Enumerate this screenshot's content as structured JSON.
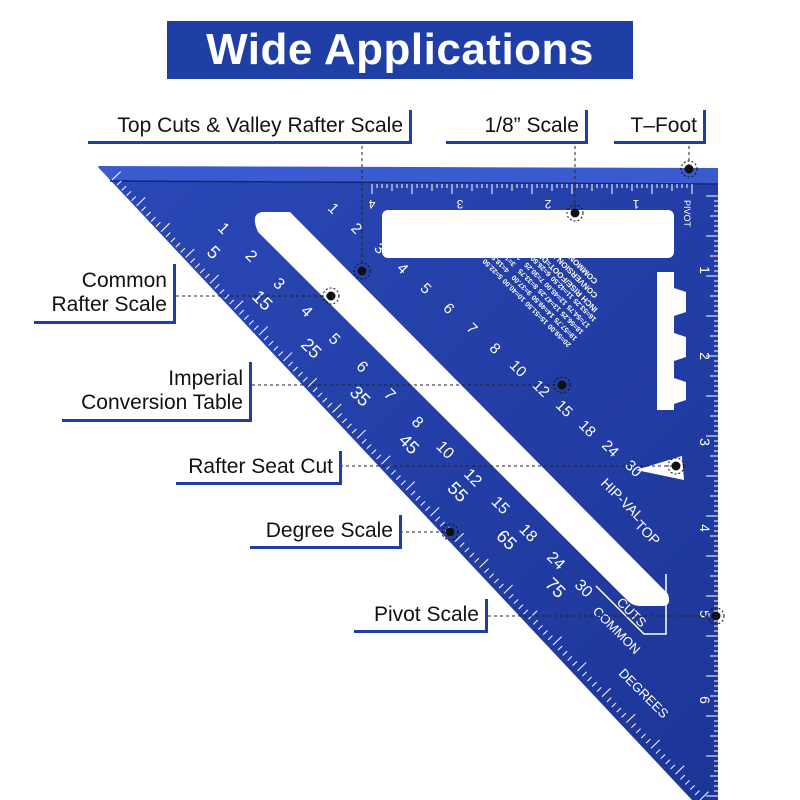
{
  "title": "Wide Applications",
  "labels": {
    "top_cuts": "Top Cuts & Valley Rafter Scale",
    "eighth_scale": "1/8” Scale",
    "t_foot": "T–Foot",
    "common_rafter_1": "Common",
    "common_rafter_2": "Rafter Scale",
    "imperial_1": "Imperial",
    "imperial_2": "Conversion Table",
    "rafter_seat": "Rafter Seat Cut",
    "degree_scale": "Degree Scale",
    "pivot_scale": "Pivot Scale"
  },
  "square_text": {
    "pivot": "PIVOT",
    "hip_val": "HIP-VAL",
    "top": "TOP",
    "cuts": "CUTS",
    "common": "COMMON",
    "degrees": "DEGREES",
    "table_title_1": "COMMON RAFTER",
    "table_title_2": "CONVERSION TABLES",
    "table_title_3": "INCH RISE/FOOT=DEGREES",
    "table_col_1": [
      "1=4.75",
      "2=9.50",
      "3=14.00",
      "4=18.50",
      "5=22.50"
    ],
    "table_col_2": [
      "6=26.50",
      "7=30.25",
      "8=33.75",
      "9=37.00",
      "10=40.00"
    ],
    "table_col_3": [
      "11=42.50",
      "12=45.00",
      "13=47.25",
      "14=49.50",
      "15=51.50"
    ],
    "table_col_4": [
      "16=53.25",
      "17=54.75",
      "18=56.25",
      "19=57.75",
      "20=59.00"
    ],
    "top_scale_numbers": [
      "4",
      "3",
      "2",
      "1"
    ],
    "right_scale_numbers": [
      "1",
      "2",
      "3",
      "4",
      "5",
      "6"
    ],
    "common_rafter_numbers": [
      "1",
      "2",
      "3",
      "4",
      "5",
      "6",
      "7",
      "8",
      "10",
      "12",
      "15",
      "18",
      "24",
      "30"
    ],
    "valley_rafter_numbers": [
      "1",
      "2",
      "3",
      "4",
      "5",
      "6",
      "7",
      "8",
      "10",
      "12",
      "15",
      "18",
      "24",
      "30"
    ],
    "degree_numbers": [
      "5",
      "15",
      "25",
      "35",
      "45",
      "55",
      "65",
      "75"
    ]
  },
  "colors": {
    "banner": "#1f3fa7",
    "square_blue": "#233fa8",
    "square_dark": "#172d86",
    "engraving": "#ffffff",
    "callout_text": "#111111",
    "leader": "#222222"
  }
}
